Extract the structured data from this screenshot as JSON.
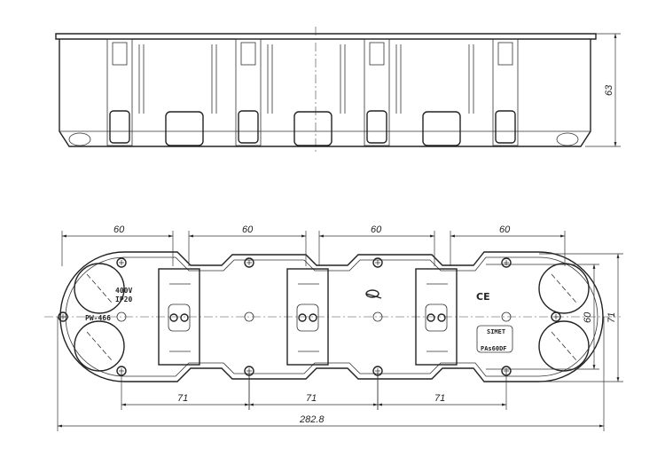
{
  "top_view": {
    "height_dim": "63"
  },
  "plan_view": {
    "module_width_dims": [
      "60",
      "60",
      "60",
      "60"
    ],
    "pitch_dims": [
      "71",
      "71",
      "71"
    ],
    "overall_length": "282.8",
    "inner_height_dim": "60",
    "outer_height_dim": "71",
    "markings": {
      "voltage": "400V",
      "ip_rating": "IP20",
      "model": "PW-466",
      "ce_mark": "CE",
      "maker": "SIMET",
      "material": "PAs60DF"
    }
  }
}
